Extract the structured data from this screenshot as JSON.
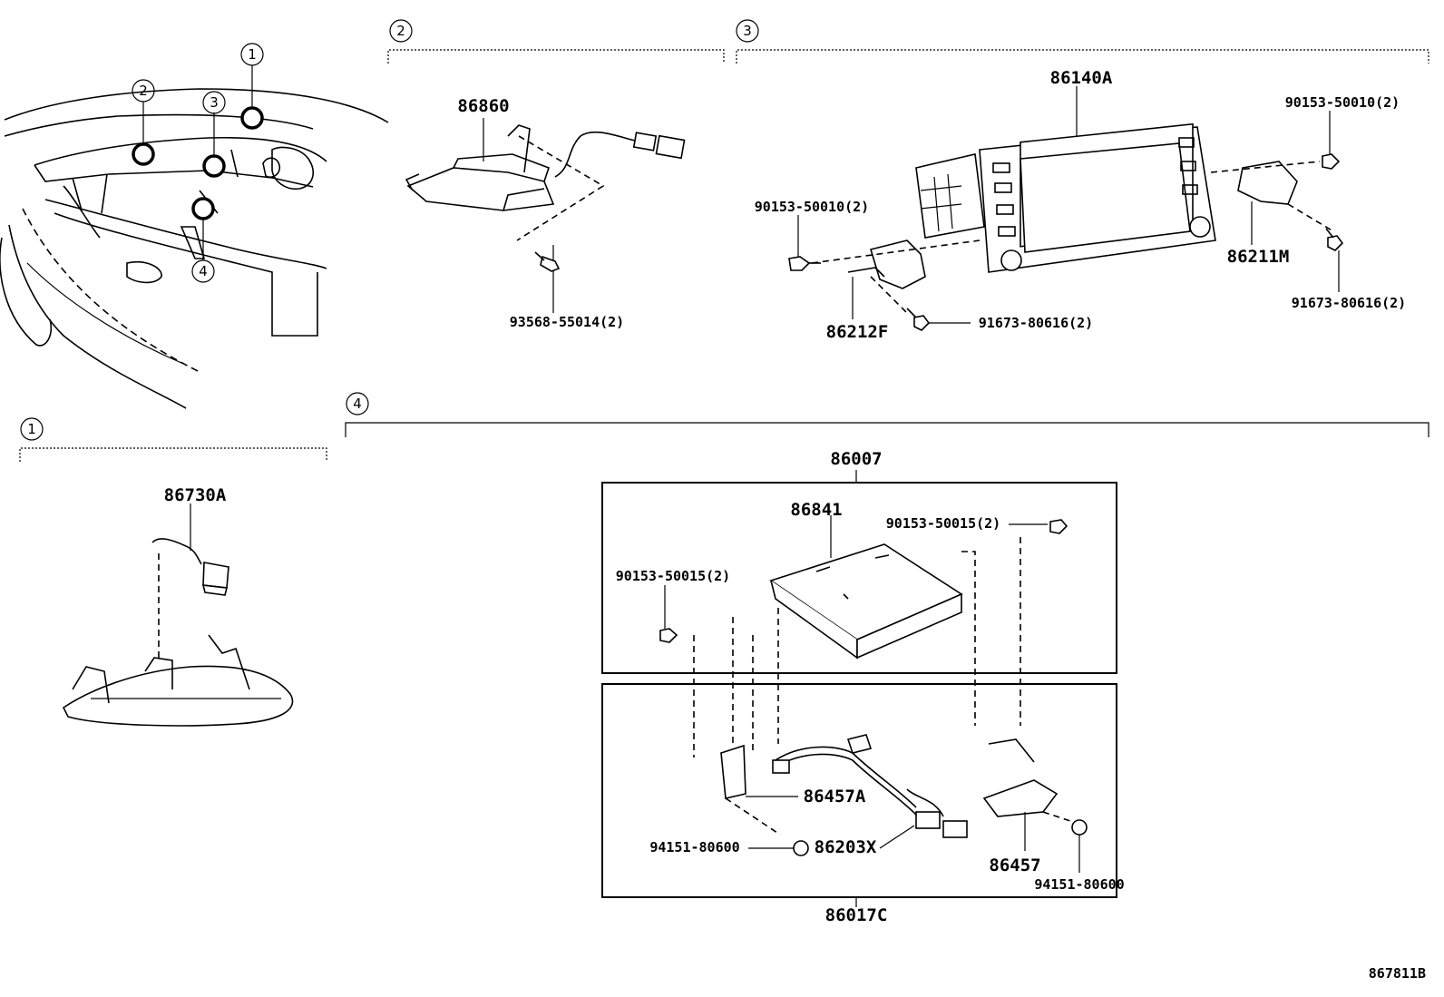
{
  "sections": [
    {
      "id": "1",
      "label": "1"
    },
    {
      "id": "2",
      "label": "2"
    },
    {
      "id": "3",
      "label": "3"
    },
    {
      "id": "4",
      "label": "4"
    }
  ],
  "vehicle_callouts": [
    "1",
    "2",
    "3",
    "4"
  ],
  "parts": {
    "p86730A": "86730A",
    "p86860": "86860",
    "p93568": "93568-55014(2)",
    "p86140A": "86140A",
    "p90153_50010_left": "90153-50010(2)",
    "p90153_50010_right": "90153-50010(2)",
    "p86211M": "86211M",
    "p91673_right": "91673-80616(2)",
    "p91673_left": "91673-80616(2)",
    "p86212F": "86212F",
    "p86007": "86007",
    "p86841": "86841",
    "p90153_50015_right": "90153-50015(2)",
    "p90153_50015_left": "90153-50015(2)",
    "p86457A": "86457A",
    "p94151_left": "94151-80600",
    "p86203X": "86203X",
    "p86457": "86457",
    "p94151_right": "94151-80600",
    "p86017C": "86017C"
  },
  "illustration_id": "867811B"
}
